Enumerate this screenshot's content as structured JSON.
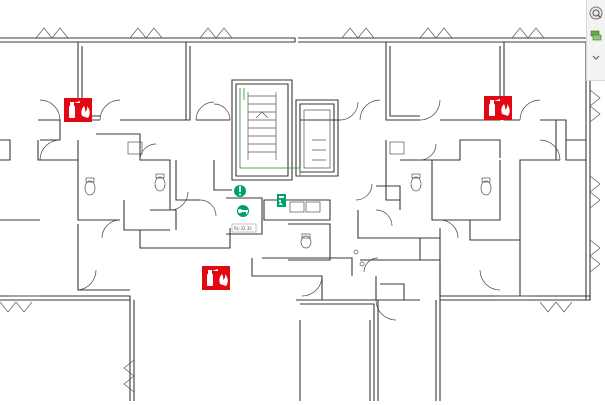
{
  "plan": {
    "annotation_text": "RL:32.35",
    "colors": {
      "wall": "#3a3a3a",
      "fire_symbol": "#e30613",
      "safety_symbol": "#00a06a",
      "escape_route": "#2e8b2e"
    },
    "symbols": [
      {
        "id": "fire-extinguisher-sign-left",
        "icon": "fire-extinguisher-icon"
      },
      {
        "id": "fire-extinguisher-sign-right",
        "icon": "fire-extinguisher-icon"
      },
      {
        "id": "fire-extinguisher-sign-center",
        "icon": "fire-extinguisher-icon"
      },
      {
        "id": "fire-alarm-call-point",
        "icon": "alarm-point-icon"
      },
      {
        "id": "fire-key-box",
        "icon": "key-icon"
      },
      {
        "id": "emergency-exit-sign",
        "icon": "exit-icon"
      }
    ]
  },
  "nav_tools": [
    {
      "icon": "zoom-wheel-icon"
    },
    {
      "icon": "layers-icon"
    },
    {
      "icon": "chevron-down-icon"
    }
  ]
}
